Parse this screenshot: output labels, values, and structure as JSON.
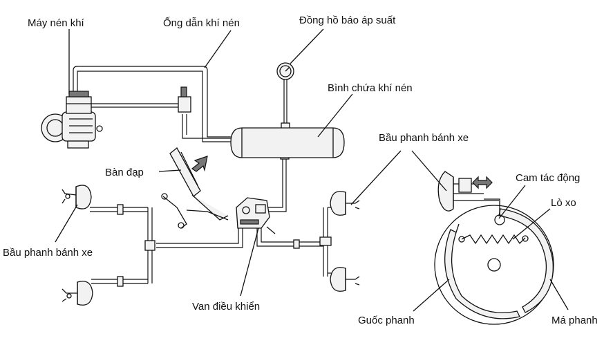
{
  "labels": {
    "compressor": "Máy nén khí",
    "air_pipe": "Ống dẫn khí nén",
    "pressure_gauge": "Đồng hồ báo áp suất",
    "air_tank": "Bình chứa khí nén",
    "pedal": "Bàn đạp",
    "wheel_chamber_right": "Bầu phanh bánh xe",
    "actuating_cam": "Cam tác động",
    "spring": "Lò xo",
    "wheel_chamber_left": "Bầu phanh bánh xe",
    "control_valve": "Van điều khiển",
    "brake_shoe": "Guốc phanh",
    "brake_lining": "Má phanh"
  },
  "icons": {
    "gauge": "pressure-gauge-icon",
    "pedal_arrow": "press-arrow-icon",
    "cam_arrow": "double-arrow-icon"
  }
}
